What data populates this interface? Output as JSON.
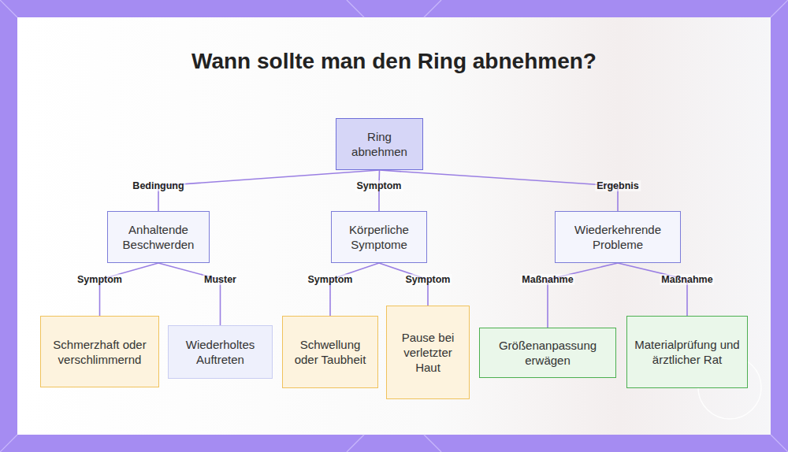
{
  "diagram": {
    "title": "Wann sollte man den Ring abnehmen?",
    "nodes": [
      {
        "text": [
          "Ring abnehmen"
        ]
      },
      {
        "text": [
          "Anhaltende Beschwerden"
        ]
      },
      {
        "text": [
          "Körperliche Symptome"
        ]
      },
      {
        "text": [
          "Wiederkehrende Probleme"
        ]
      },
      {
        "text": [
          "Schmerzhaft oder verschlimmernd"
        ]
      },
      {
        "text": [
          "Wiederholtes Auftreten"
        ]
      },
      {
        "text": [
          "Schwellung oder Taubheit"
        ]
      },
      {
        "text": [
          "Pause bei verletzter Haut"
        ]
      },
      {
        "text": [
          "Größenanpassung erwägen"
        ]
      },
      {
        "text": [
          "Materialprüfung und ärztlicher Rat"
        ]
      }
    ],
    "edges": [
      {
        "from": 0,
        "to": 1,
        "label": "Bedingung",
        "arrow": "none"
      },
      {
        "from": 0,
        "to": 2,
        "label": "Symptom",
        "arrow": "none"
      },
      {
        "from": 0,
        "to": 3,
        "label": "Ergebnis",
        "arrow": "none"
      },
      {
        "from": 1,
        "to": 4,
        "label": "Symptom",
        "arrow": "none"
      },
      {
        "from": 1,
        "to": 5,
        "label": "Muster",
        "arrow": "none"
      },
      {
        "from": 2,
        "to": 6,
        "label": "Symptom",
        "arrow": "none"
      },
      {
        "from": 2,
        "to": 7,
        "label": "Symptom",
        "arrow": "none"
      },
      {
        "from": 3,
        "to": 8,
        "label": "Maßnahme",
        "arrow": "none"
      },
      {
        "from": 3,
        "to": 9,
        "label": "Maßnahme",
        "arrow": "none"
      }
    ]
  }
}
